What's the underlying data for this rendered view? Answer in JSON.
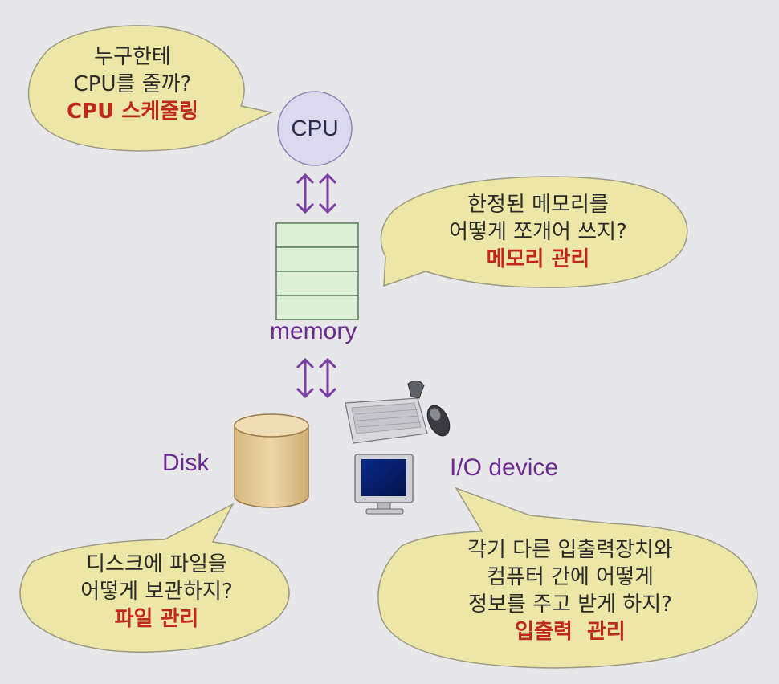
{
  "bubbles": {
    "cpu": {
      "line1": "누구한테",
      "line2": "CPU를 줄까?",
      "highlight": "CPU 스케줄링"
    },
    "memory": {
      "line1": "한정된 메모리를",
      "line2": "어떻게 쪼개어 쓰지?",
      "highlight": "메모리 관리"
    },
    "disk": {
      "line1": "디스크에 파일을",
      "line2": "어떻게 보관하지?",
      "highlight": "파일 관리"
    },
    "io": {
      "line1": "각기 다른 입출력장치와",
      "line2": "컴퓨터 간에 어떻게",
      "line3": "정보를 주고 받게 하지?",
      "highlight": "입출력  관리"
    }
  },
  "components": {
    "cpu": "CPU",
    "memory": "memory",
    "disk": "Disk",
    "io": "I/O device"
  },
  "colors": {
    "bubble_fill": "#ece7a6",
    "bubble_stroke": "#9c9a84",
    "highlight": "#c0291a",
    "label": "#6b2b8f",
    "cpu_fill": "#dcd8ee",
    "memory_fill": "#dff0d8",
    "disk_fill": "#e2c896",
    "arrow": "#7a3fa0"
  }
}
